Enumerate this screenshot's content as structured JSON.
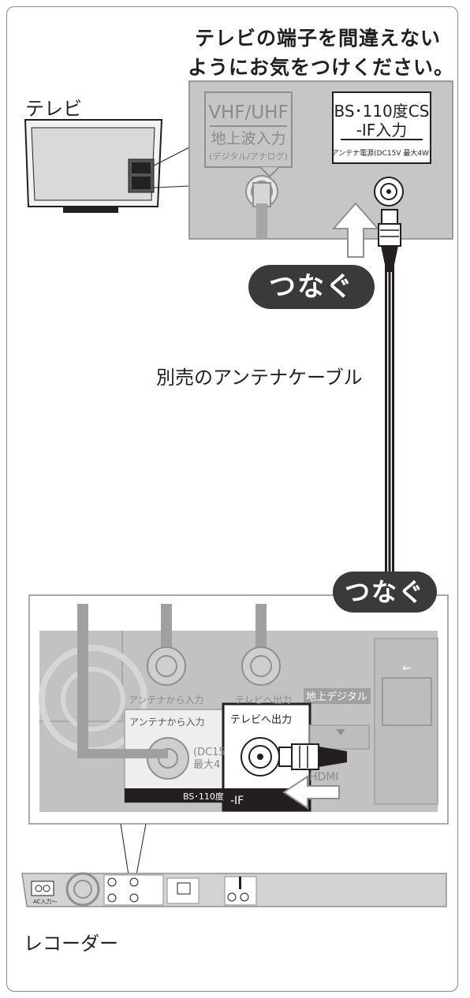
{
  "warning": {
    "line1": "テレビの端子を間違えない",
    "line2": "ようにお気をつけください。"
  },
  "tv_label": "テレビ",
  "tv_panel": {
    "vhf": {
      "title": "VHF/UHF",
      "line1": "地上波入力",
      "line2": "(デジタル/アナログ)"
    },
    "bs": {
      "title": "BS･110度CS",
      "line1": "-IF入力",
      "line2": "アンテナ電源(DC15V 最大4W)"
    }
  },
  "connect_label": "つなぐ",
  "cable_label": "別売のアンテナケーブル",
  "recorder_panel": {
    "antenna_in": "アンテナから入力",
    "tv_out": "テレビへ出力",
    "digital": "地上デジタル",
    "dc_line1": "(DC15",
    "dc_line2": "最大4",
    "bs": "BS･110度",
    "if": "-IF",
    "hdmi": "HDMI"
  },
  "recorder_strip": {
    "ac": "AC入力～"
  },
  "recorder_label": "レコーダー"
}
